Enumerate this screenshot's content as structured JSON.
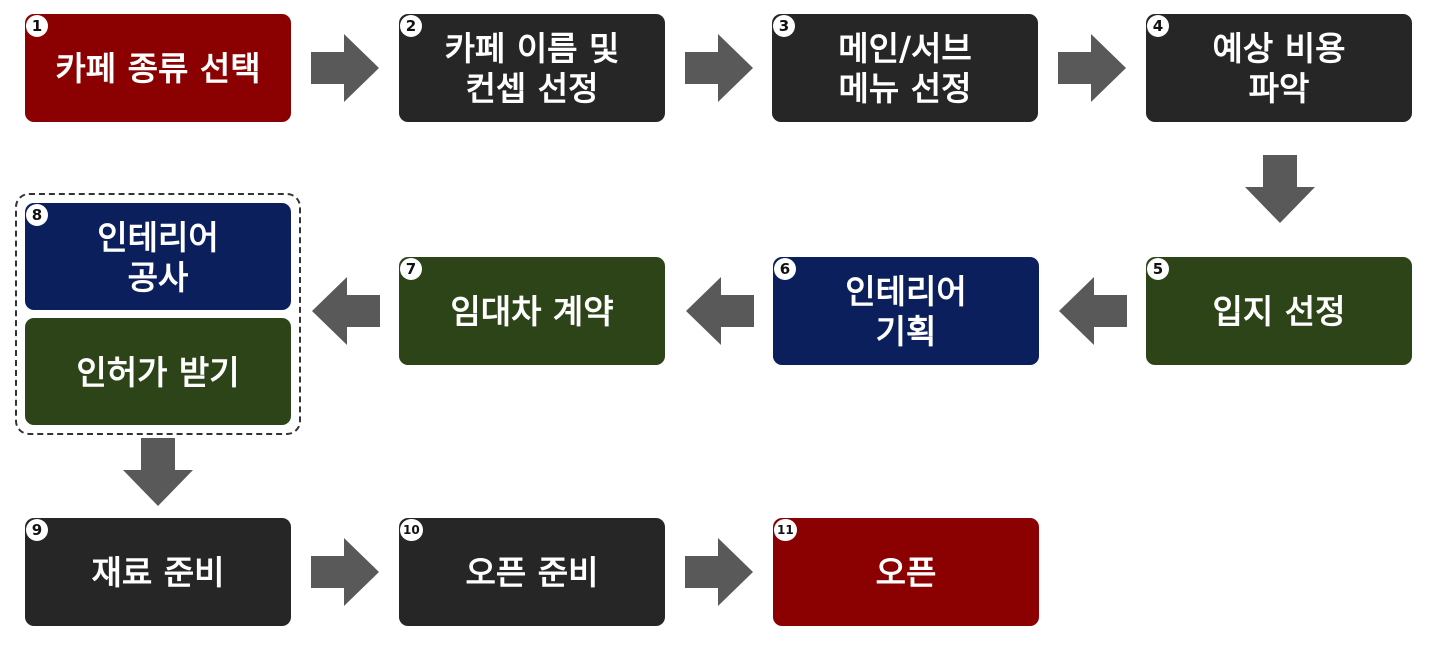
{
  "steps": [
    {
      "num": "1",
      "label": "카페 종류 선택",
      "color": "#8b0000"
    },
    {
      "num": "2",
      "label": "카페 이름 및\n컨셉 선정",
      "color": "#262626"
    },
    {
      "num": "3",
      "label": "메인/서브\n메뉴 선정",
      "color": "#262626"
    },
    {
      "num": "4",
      "label": "예상 비용\n파악",
      "color": "#262626"
    },
    {
      "num": "5",
      "label": "입지 선정",
      "color": "#2d4419"
    },
    {
      "num": "6",
      "label": "인테리어\n기획",
      "color": "#0b1f5c"
    },
    {
      "num": "7",
      "label": "임대차 계약",
      "color": "#2d4419"
    },
    {
      "num": "8",
      "label": "인테리어\n공사",
      "color": "#0b1f5c"
    },
    {
      "label": "인허가 받기",
      "color": "#2d4419"
    },
    {
      "num": "9",
      "label": "재료 준비",
      "color": "#262626"
    },
    {
      "num": "10",
      "label": "오픈 준비",
      "color": "#262626"
    },
    {
      "num": "11",
      "label": "오픈",
      "color": "#8b0000"
    }
  ],
  "arrow_color": "#595959"
}
